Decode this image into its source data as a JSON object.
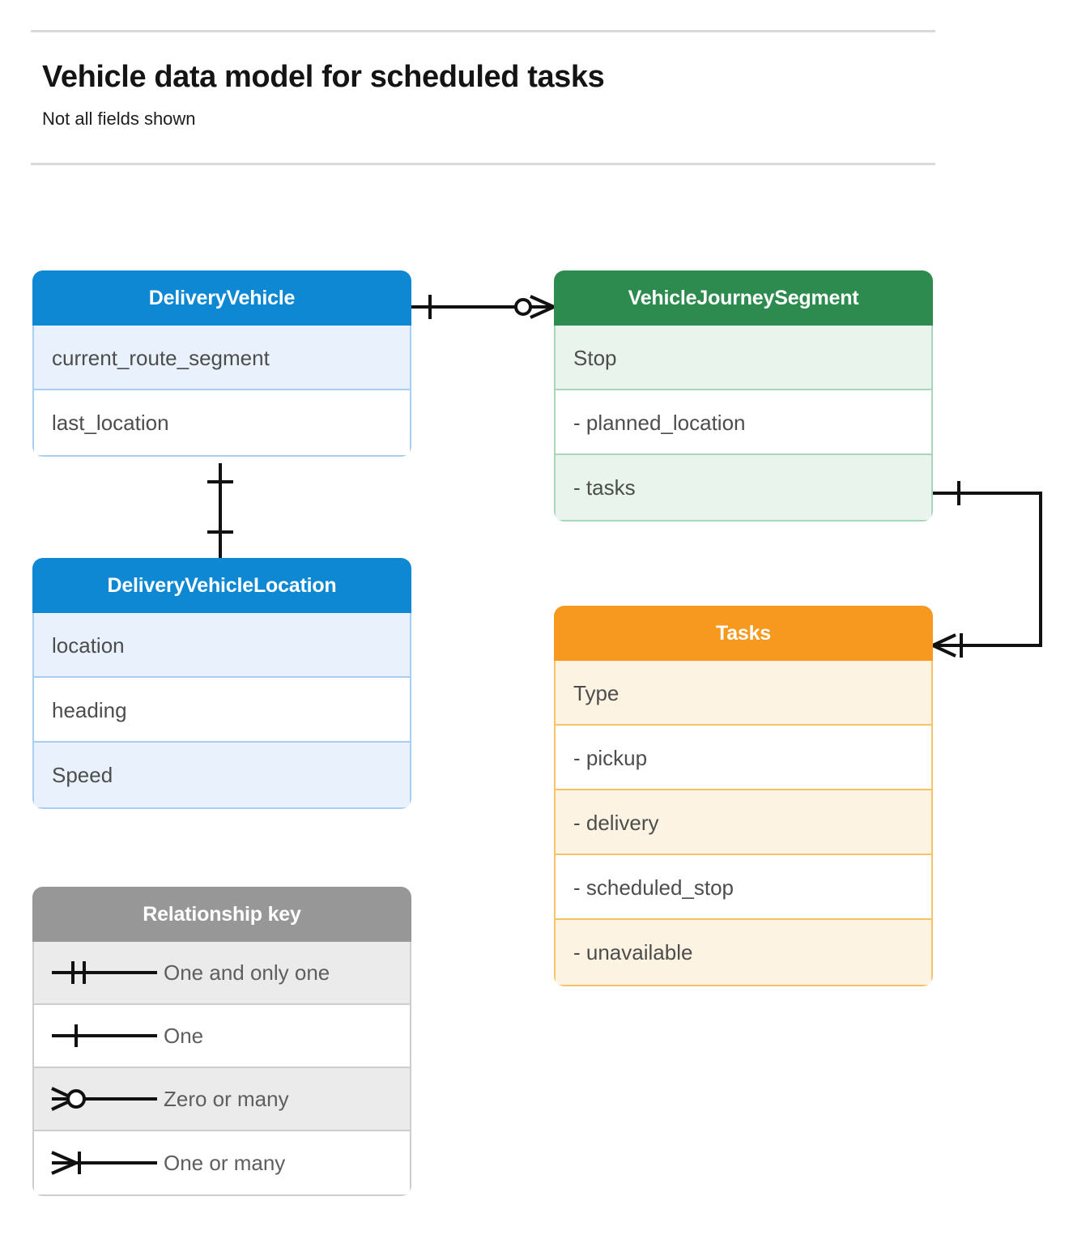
{
  "header": {
    "title": "Vehicle data model for scheduled tasks",
    "subtitle": "Not all fields shown"
  },
  "colors": {
    "blue_header": "#0e88d3",
    "blue_row_alt": "#e9f2fc",
    "blue_border": "#a8cff1",
    "green_header": "#2e8b4f",
    "green_row_alt": "#e9f4ec",
    "green_border": "#a9d6b8",
    "orange_header": "#f7991f",
    "orange_row_alt": "#fdf3e3",
    "orange_border": "#f9c267",
    "grey_header": "#979797",
    "grey_row_alt": "#ebebeb",
    "grey_border": "#cdcdcd",
    "connector": "#111111",
    "rule": "#d9d9d9",
    "field_text": "#4d4d4d"
  },
  "entities": [
    {
      "id": "delivery-vehicle",
      "name": "DeliveryVehicle",
      "color": "blue",
      "fields": [
        {
          "label": "current_route_segment"
        },
        {
          "label": "last_location"
        }
      ]
    },
    {
      "id": "delivery-vehicle-location",
      "name": "DeliveryVehicleLocation",
      "color": "blue",
      "fields": [
        {
          "label": "location"
        },
        {
          "label": "heading"
        },
        {
          "label": "Speed"
        }
      ]
    },
    {
      "id": "vehicle-journey-segment",
      "name": "VehicleJourneySegment",
      "color": "green",
      "fields": [
        {
          "label": "Stop"
        },
        {
          "label": "-  planned_location"
        },
        {
          "label": "- tasks"
        }
      ]
    },
    {
      "id": "tasks",
      "name": "Tasks",
      "color": "orange",
      "fields": [
        {
          "label": "Type"
        },
        {
          "label": "-  pickup"
        },
        {
          "label": "-  delivery"
        },
        {
          "label": "-  scheduled_stop"
        },
        {
          "label": "-  unavailable"
        }
      ]
    }
  ],
  "legend": {
    "title": "Relationship key",
    "items": [
      {
        "symbol": "one-and-only-one-icon",
        "label": "One and only one"
      },
      {
        "symbol": "one-icon",
        "label": "One"
      },
      {
        "symbol": "zero-or-many-icon",
        "label": "Zero or many"
      },
      {
        "symbol": "one-or-many-icon",
        "label": "One or many"
      }
    ]
  },
  "relationships": [
    {
      "id": "vehicle-to-journey-segment",
      "from": "DeliveryVehicle",
      "to": "VehicleJourneySegment",
      "from_cardinality": "One",
      "to_cardinality": "Zero or many"
    },
    {
      "id": "vehicle-to-vehicle-location",
      "from": "DeliveryVehicle",
      "to": "DeliveryVehicleLocation",
      "from_cardinality": "One",
      "to_cardinality": "One"
    },
    {
      "id": "journey-segment-tasks-to-tasks",
      "from": "VehicleJourneySegment.tasks",
      "to": "Tasks",
      "from_cardinality": "One",
      "to_cardinality": "One or many"
    }
  ]
}
